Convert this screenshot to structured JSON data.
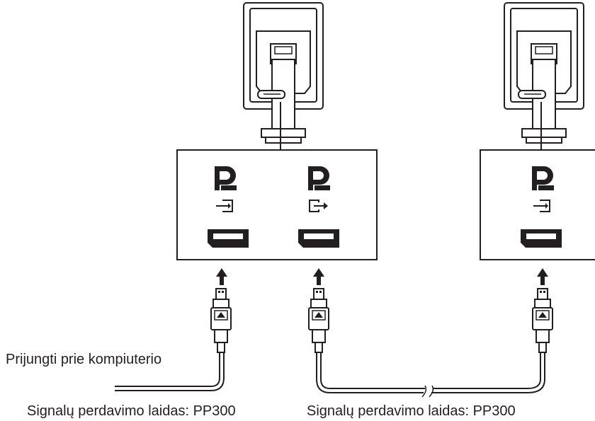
{
  "labels": {
    "connect_to_pc": "Prijungti prie kompiuterio",
    "cable_1": "Signalų perdavimo laidas: PP300",
    "cable_2": "Signalų perdavimo laidas: PP300"
  },
  "ports": {
    "monitor_1": [
      "DisplayPort input",
      "DisplayPort output"
    ],
    "monitor_2": [
      "DisplayPort input"
    ]
  },
  "icons": [
    "monitor-back-icon",
    "displayport-logo-icon",
    "input-arrow-icon",
    "output-arrow-icon",
    "displayport-socket-icon",
    "displayport-plug-icon",
    "up-arrow-icon",
    "cable-break-icon"
  ],
  "colors": {
    "line": "#231f20",
    "background": "#ffffff"
  }
}
